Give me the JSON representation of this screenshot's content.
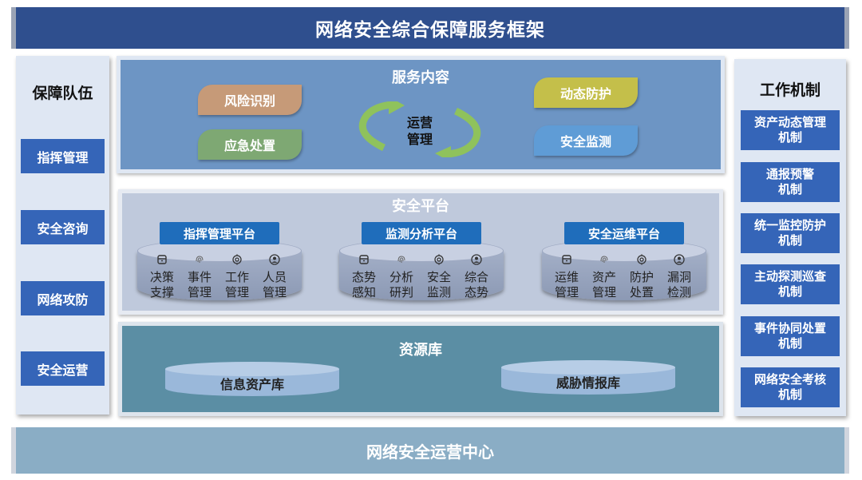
{
  "header": {
    "title": "网络安全综合保障服务框架"
  },
  "footer": {
    "title": "网络安全运营中心"
  },
  "left_panel": {
    "title": "保障队伍",
    "items": [
      "指挥管理",
      "安全咨询",
      "网络攻防",
      "安全运营"
    ]
  },
  "right_panel": {
    "title": "工作机制",
    "items": [
      {
        "line1": "资产动态管理",
        "line2": "机制"
      },
      {
        "line1": "通报预警",
        "line2": "机制"
      },
      {
        "line1": "统一监控防护",
        "line2": "机制"
      },
      {
        "line1": "主动探测巡查",
        "line2": "机制"
      },
      {
        "line1": "事件协同处置",
        "line2": "机制"
      },
      {
        "line1": "网络安全考核",
        "line2": "机制"
      }
    ]
  },
  "service": {
    "title": "服务内容",
    "center": {
      "line1": "运营",
      "line2": "管理"
    },
    "items": [
      {
        "label": "风险识别",
        "color": "#c69a78"
      },
      {
        "label": "应急处置",
        "color": "#7ea873"
      },
      {
        "label": "动态防护",
        "color": "#c4bf4a"
      },
      {
        "label": "安全监测",
        "color": "#5f9cd6"
      }
    ]
  },
  "platform": {
    "title": "安全平台",
    "groups": [
      {
        "label": "指挥管理平台",
        "funcs": [
          {
            "line1": "决策",
            "line2": "支撑",
            "icon": "box-icon"
          },
          {
            "line1": "事件",
            "line2": "管理",
            "icon": "fingerprint-icon"
          },
          {
            "line1": "工作",
            "line2": "管理",
            "icon": "target-icon"
          },
          {
            "line1": "人员",
            "line2": "管理",
            "icon": "user-icon"
          }
        ]
      },
      {
        "label": "监测分析平台",
        "funcs": [
          {
            "line1": "态势",
            "line2": "感知",
            "icon": "box-icon"
          },
          {
            "line1": "分析",
            "line2": "研判",
            "icon": "fingerprint-icon"
          },
          {
            "line1": "安全",
            "line2": "监测",
            "icon": "target-icon"
          },
          {
            "line1": "综合",
            "line2": "态势",
            "icon": "user-icon"
          }
        ]
      },
      {
        "label": "安全运维平台",
        "funcs": [
          {
            "line1": "运维",
            "line2": "管理",
            "icon": "box-icon"
          },
          {
            "line1": "资产",
            "line2": "管理",
            "icon": "fingerprint-icon"
          },
          {
            "line1": "防护",
            "line2": "处置",
            "icon": "target-icon"
          },
          {
            "line1": "漏洞",
            "line2": "检测",
            "icon": "user-icon"
          }
        ]
      }
    ]
  },
  "resource": {
    "title": "资源库",
    "items": [
      "信息资产库",
      "威胁情报库"
    ]
  }
}
